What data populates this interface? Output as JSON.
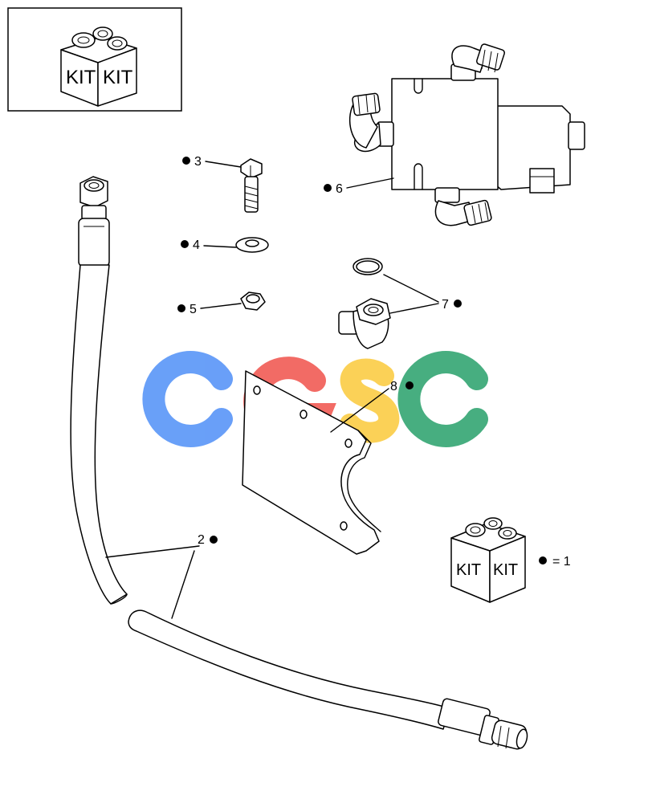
{
  "labels": {
    "hose": "2",
    "bolt": "3",
    "washer": "4",
    "nut": "5",
    "valve": "6",
    "fitting": "7",
    "bracket": "8",
    "kit_legend": "= 1"
  },
  "kit_box": {
    "face_left": "KIT",
    "face_right": "KIT"
  },
  "watermark": {
    "letters": [
      "C",
      "G",
      "S",
      "C"
    ],
    "colors": [
      "#4f8ff7",
      "#f0524b",
      "#fbc93a",
      "#27a06a"
    ]
  }
}
